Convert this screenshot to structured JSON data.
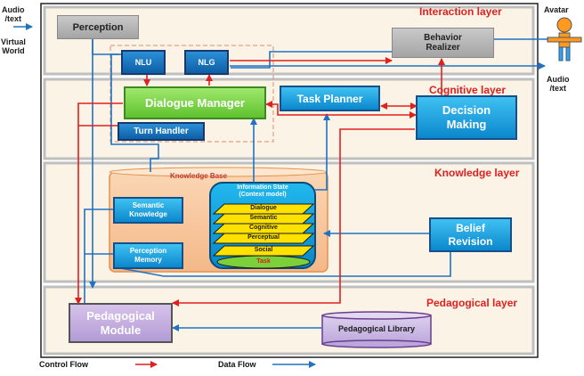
{
  "side_labels": {
    "audio_text_top": "Audio\n/text",
    "virtual_world": "Virtual\nWorld",
    "avatar": "Avatar",
    "audio_text_right": "Audio\n/text"
  },
  "layers": {
    "interaction": "Interaction layer",
    "cognitive": "Cognitive layer",
    "knowledge": "Knowledge layer",
    "pedagogical": "Pedagogical layer"
  },
  "components": {
    "perception": "Perception",
    "nlu": "NLU",
    "nlg": "NLG",
    "behavior_realizer": "Behavior\nRealizer",
    "dialogue_manager": "Dialogue Manager",
    "turn_handler": "Turn Handler",
    "task_planner": "Task Planner",
    "decision_making": "Decision\nMaking",
    "knowledge_base": "Knowledge Base",
    "semantic_knowledge": "Semantic\nKnowledge",
    "perception_memory": "Perception\nMemory",
    "information_state": "Information State\n(Context model)",
    "belief_revision": "Belief\nRevision",
    "pedagogical_module": "Pedagogical\nModule",
    "pedagogical_library": "Pedagogical Library"
  },
  "info_state_layers": [
    "Dialogue",
    "Semantic",
    "Cognitive",
    "Perceptual",
    "Social",
    "Task"
  ],
  "legend": {
    "control_flow": "Control Flow",
    "data_flow": "Data Flow"
  },
  "colors": {
    "control_flow": "#e21f1f",
    "data_flow": "#1f72c4",
    "layer_title": "#e21f1f"
  }
}
